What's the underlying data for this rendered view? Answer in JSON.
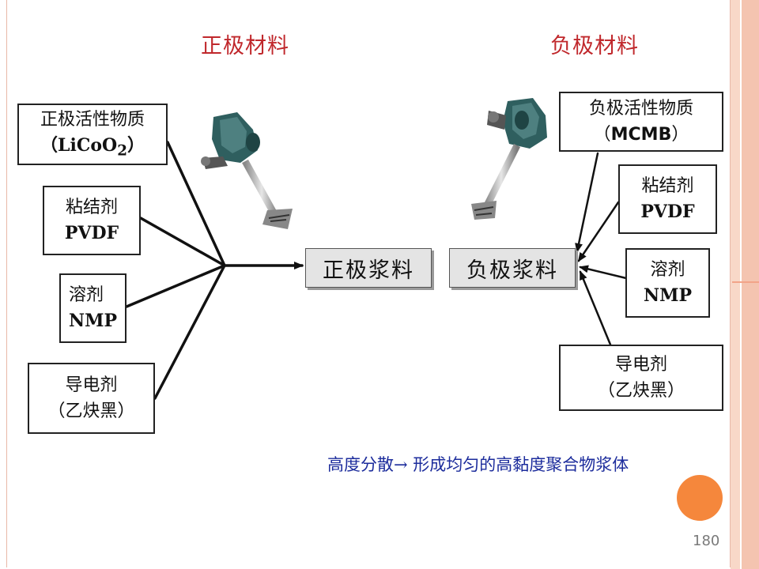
{
  "left": {
    "title": "正极材料",
    "active": {
      "line1": "正极活性物质",
      "formula_open": "（LiCoO",
      "formula_sub": "2",
      "formula_close": "）"
    },
    "binder": {
      "name": "粘结剂",
      "code": "PVDF"
    },
    "solvent": {
      "name": "溶剂",
      "code": "NMP"
    },
    "conductor": {
      "name": "导电剂",
      "detail": "（乙炔黑）"
    },
    "slurry": "正极浆料"
  },
  "right": {
    "title": "负极材料",
    "active": {
      "line1": "负极活性物质",
      "line2_open": "（",
      "code": "MCMB",
      "line2_close": "）"
    },
    "binder": {
      "name": "粘结剂",
      "code": "PVDF"
    },
    "solvent": {
      "name": "溶剂",
      "code": "NMP"
    },
    "conductor": {
      "name": "导电剂",
      "detail": "（乙炔黑）"
    },
    "slurry": "负极浆料"
  },
  "caption": "高度分散→ 形成均匀的高黏度聚合物浆体",
  "page_number": "180",
  "colors": {
    "title": "#c0282c",
    "caption": "#1c2c9c",
    "accent_dot": "#f5873c",
    "mixer_body": "#3e6a6a"
  },
  "icons": [
    "mixer-icon-left",
    "mixer-icon-right"
  ]
}
